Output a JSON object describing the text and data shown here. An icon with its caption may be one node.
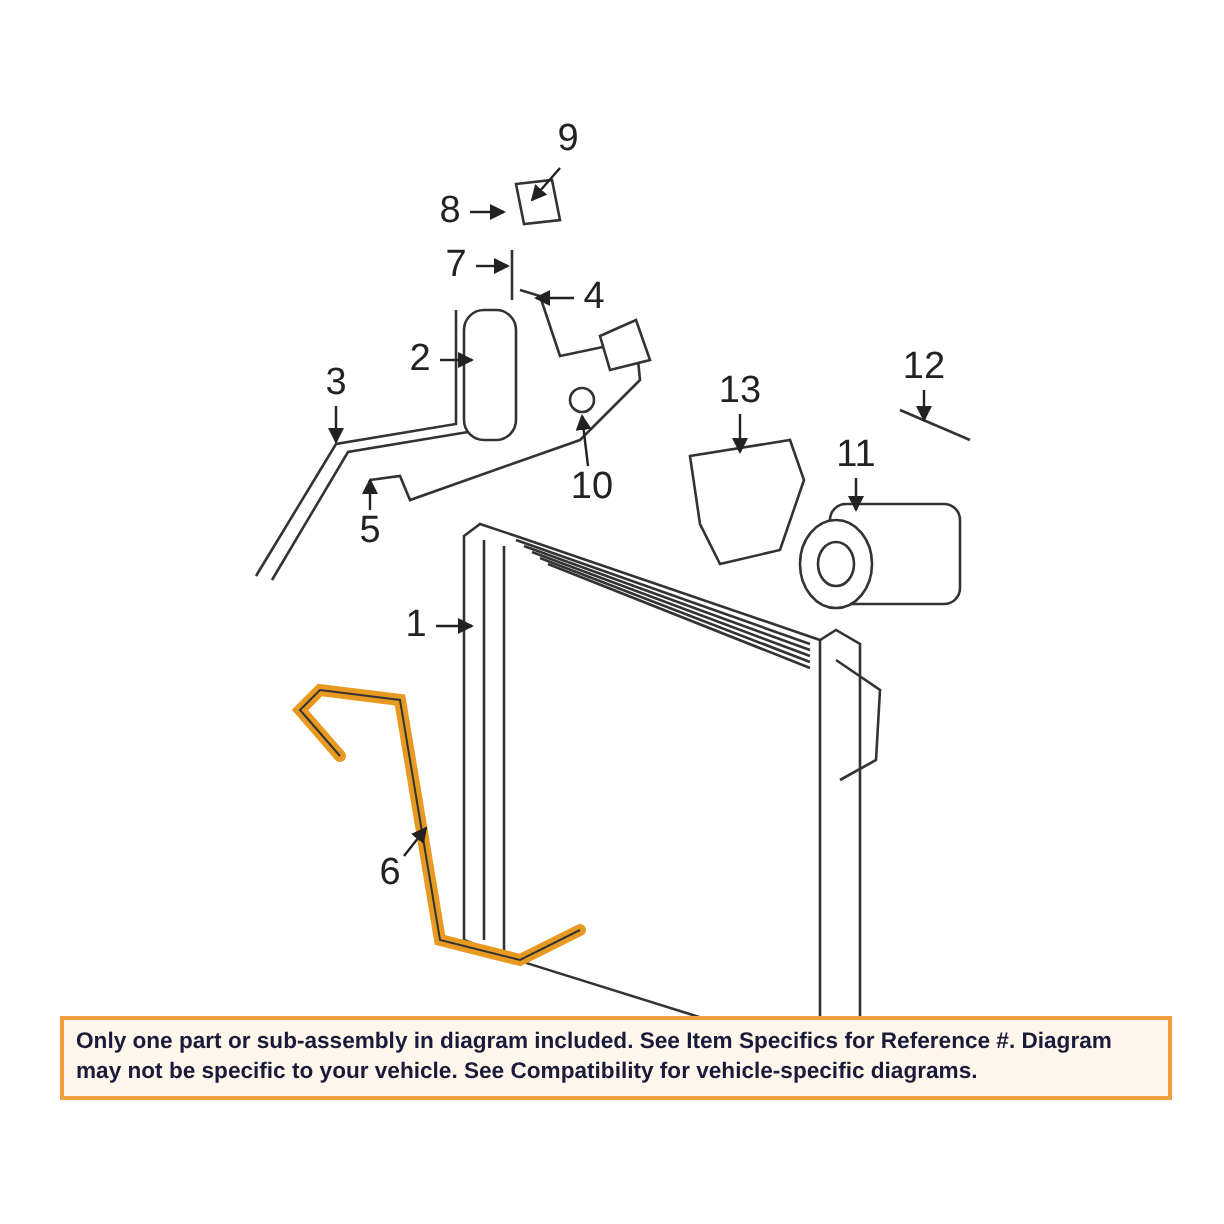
{
  "diagram": {
    "nodes": [
      {
        "text": [
          "1"
        ]
      },
      {
        "text": [
          "2"
        ]
      },
      {
        "text": [
          "3"
        ]
      },
      {
        "text": [
          "4"
        ]
      },
      {
        "text": [
          "5"
        ]
      },
      {
        "text": [
          "6"
        ]
      },
      {
        "text": [
          "7"
        ]
      },
      {
        "text": [
          "8"
        ]
      },
      {
        "text": [
          "9"
        ]
      },
      {
        "text": [
          "10"
        ]
      },
      {
        "text": [
          "11"
        ]
      },
      {
        "text": [
          "12"
        ]
      },
      {
        "text": [
          "13"
        ]
      }
    ],
    "edges": [
      {
        "from": 0,
        "to": null,
        "arrow": "to"
      },
      {
        "from": 1,
        "to": null,
        "arrow": "to"
      },
      {
        "from": 2,
        "to": null,
        "arrow": "to"
      },
      {
        "from": 3,
        "to": null,
        "arrow": "to"
      },
      {
        "from": 4,
        "to": null,
        "arrow": "to"
      },
      {
        "from": 5,
        "to": null,
        "arrow": "to"
      },
      {
        "from": 6,
        "to": null,
        "arrow": "to"
      },
      {
        "from": 7,
        "to": null,
        "arrow": "to"
      },
      {
        "from": 8,
        "to": null,
        "arrow": "to"
      },
      {
        "from": 9,
        "to": null,
        "arrow": "to"
      },
      {
        "from": 10,
        "to": null,
        "arrow": "to"
      },
      {
        "from": 11,
        "to": null,
        "arrow": "to"
      },
      {
        "from": 12,
        "to": null,
        "arrow": "to"
      }
    ],
    "labels": [
      "Only one part or sub-assembly in diagram included. See Item Specifics for Reference #. Diagram may not be specific to your vehicle. See Compatibility for vehicle-specific diagrams."
    ]
  }
}
